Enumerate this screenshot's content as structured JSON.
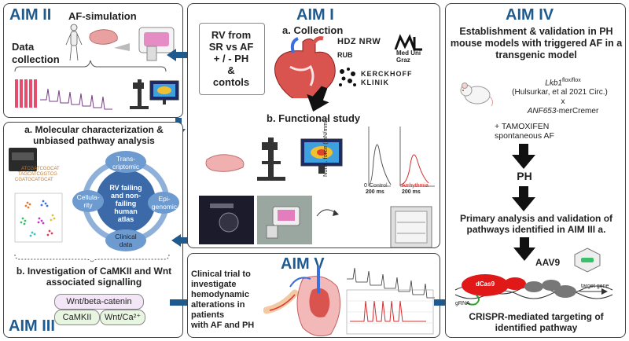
{
  "aim2": {
    "title": "AIM II",
    "af_simulation": "AF-simulation",
    "data_collection": "Data\ncollection"
  },
  "aim1": {
    "title": "AIM I",
    "collection_label": "a. Collection",
    "samples": "RV from\nSR vs AF\n+ / -  PH\n&\ncontols",
    "hdz": "HDZ NRW",
    "rub": "RUB",
    "meduni": "Med Uni\nGraz",
    "kerckhoff": "KERCKHOFF\nKLINIK",
    "functional_label": "b. Functional study",
    "ylabel": "Norm. force (mN/mm²)",
    "control": "Control",
    "arrhythmia": "Arrhythmia",
    "tick0": "0",
    "tick200a": "200 ms",
    "tick200b": "200 ms"
  },
  "aim3": {
    "title": "AIM III",
    "a_label": "a. Molecular characterization &\nunbiased pathway analysis",
    "atlas_center": "RV failing\nand non-\nfailing\nhuman\natlas",
    "transcriptomic": "Trans-\ncriptomic",
    "epigenomic": "Epi-\ngenomic",
    "cellularity": "Cellula-\nrity",
    "clinical": "Clinical\ndata",
    "b_label": "b. Investigation of CaMKII and Wnt\nassociated signalling",
    "wnt_beta": "Wnt/beta-catenin",
    "camkii": "CaMKII",
    "wnt_ca": "Wnt/Ca²⁺",
    "seq_text": "ATCGATCGGCAT\nTAGCATCGGTCG\nCGATGCATGCAT\nATTCGATCGCCAT"
  },
  "aim5": {
    "title": "AIM V",
    "text": "Clinical trial to\ninvestigate\nhemodynamic\nalterations in\npatients\nwith AF and PH"
  },
  "aim4": {
    "title": "AIM IV",
    "establish": "Establishment & validation in PH\nmouse models with triggered AF in a\ntransgenic model",
    "lkb": "Lkb1",
    "lkb_sup": "flox/flox",
    "ref": "(Hulsurkar, et al 2021 Circ.)",
    "x": "x",
    "anf": "ANF653",
    "anf_suffix": "-merCremer",
    "tamoxifen": "+ TAMOXIFEN\nspontaneous AF",
    "ph": "PH",
    "primary": "Primary analysis and validation of\npathways identified in AIM III a.",
    "aav9": "AAV9",
    "dcas9": "dCas9",
    "grna": "gRNA",
    "target_gene": "target gene",
    "crispr": "CRISPR-mediated targeting of\nidentified pathway"
  },
  "colors": {
    "title_blue": "#1f5a8f",
    "arrow_blue": "#1f5a8f",
    "black_arrow": "#111111",
    "red_trace": "#d32f2f"
  }
}
